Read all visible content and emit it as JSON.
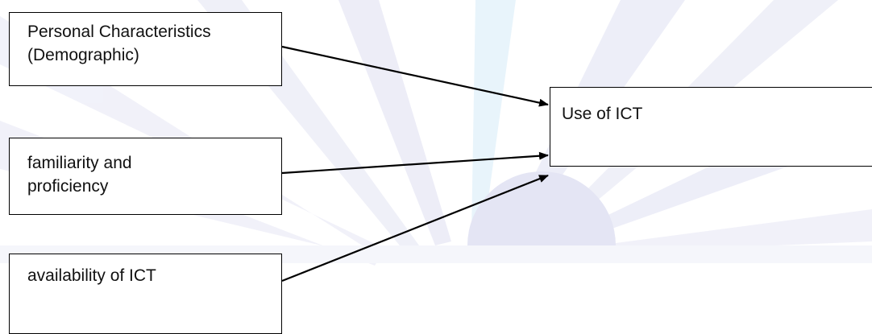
{
  "diagram": {
    "inputs": [
      {
        "id": "personal",
        "label": "Personal Characteristics (Demographic)",
        "lines": [
          "Personal Characteristics",
          "(Demographic)"
        ]
      },
      {
        "id": "familiarity",
        "label": "familiarity and proficiency",
        "lines": [
          "familiarity and",
          "proficiency"
        ]
      },
      {
        "id": "availability",
        "label": "availability of ICT",
        "lines": [
          "availability of ICT"
        ]
      }
    ],
    "outcome": {
      "id": "use",
      "label": "Use of ICT"
    },
    "edges": [
      {
        "from": "personal",
        "to": "use"
      },
      {
        "from": "familiarity",
        "to": "use"
      },
      {
        "from": "availability",
        "to": "use"
      }
    ],
    "colors": {
      "line": "#000000",
      "box_border": "#000000",
      "watermark": "#d9dcf0",
      "watermark_accent": "#c9e6f7"
    }
  }
}
